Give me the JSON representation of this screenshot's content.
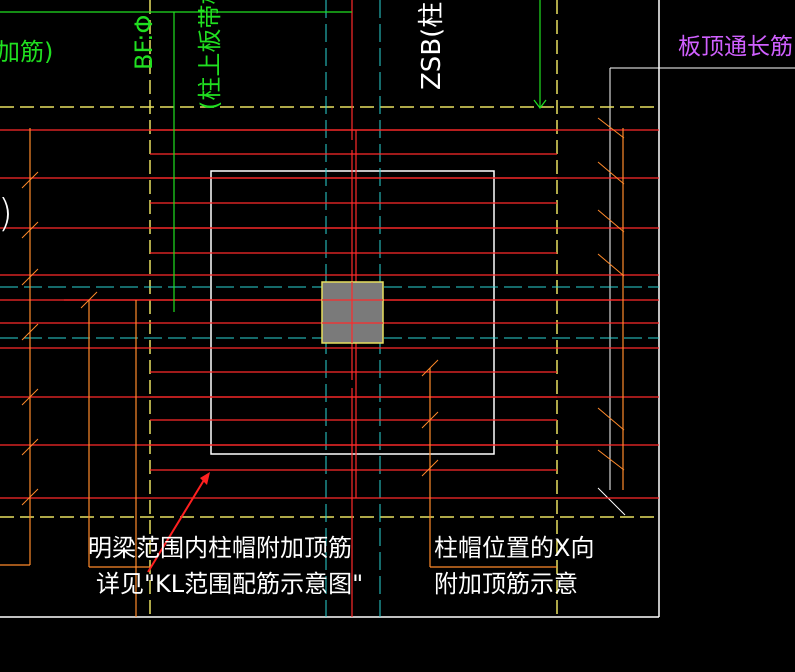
{
  "labels": {
    "top_left_partial": "加筋)",
    "bf_label": "BF:Φ",
    "column_band_label": "(柱上板带板",
    "zsb_label": "ZSB(柱",
    "slab_top_label": "板顶通长筋:Φ",
    "left_paren": ")",
    "note_left_line1": "明梁范围内柱帽附加顶筋",
    "note_left_line2": "详见\"KL范围配筋示意图\"",
    "note_right_line1": "柱帽位置的X向",
    "note_right_line2": "附加顶筋示意"
  },
  "colors": {
    "background": "#000000",
    "rebar": "#ff2a2a",
    "axis": "#2ad4d4",
    "yellow_dash": "#e8e060",
    "green": "#20e020",
    "orange": "#ff8a2a",
    "white": "#ffffff",
    "magenta": "#d060ff",
    "column_fill": "#7a7a7a",
    "arrow": "#ff2020"
  }
}
